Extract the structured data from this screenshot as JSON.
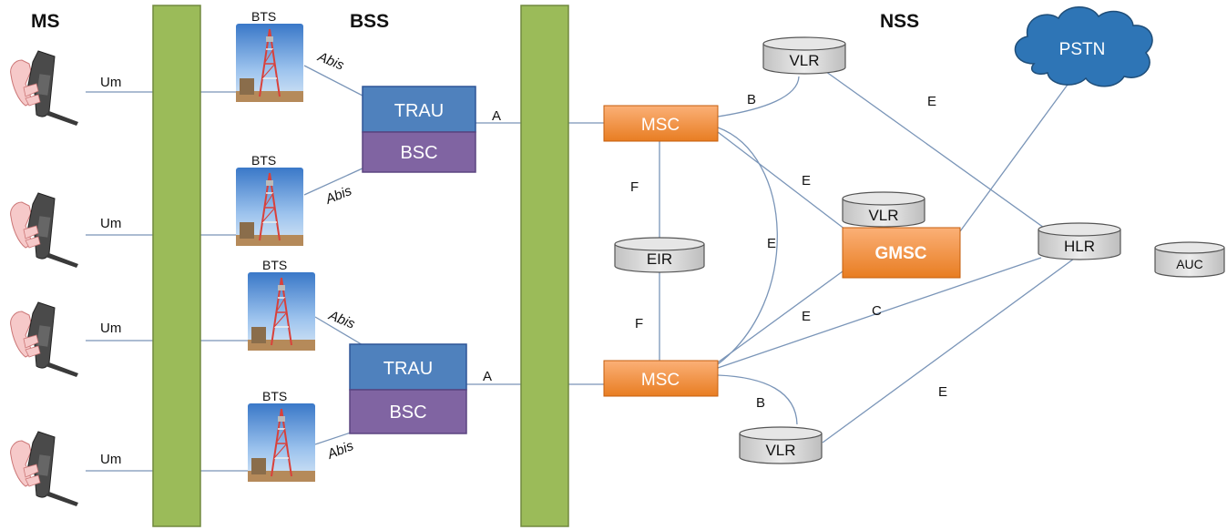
{
  "sections": {
    "ms": "MS",
    "bss": "BSS",
    "nss": "NSS"
  },
  "interfaces": {
    "um": "Um",
    "abis": "Abis",
    "a": "A",
    "b": "B",
    "c": "C",
    "e": "E",
    "f": "F"
  },
  "nodes": {
    "bts": "BTS",
    "trau": "TRAU",
    "bsc": "BSC",
    "msc": "MSC",
    "gmsc": "GMSC",
    "vlr": "VLR",
    "hlr": "HLR",
    "auc": "AUC",
    "eir": "EIR",
    "pstn": "PSTN"
  },
  "colors": {
    "bar_green": "#9bbb59",
    "trau_blue": "#4f81bd",
    "bsc_purple": "#8064a2",
    "msc_orange": "#f79646",
    "cylinder_gray": "#d9d9d9",
    "cloud_blue": "#2e75b6",
    "link_blue": "#7a95b8"
  }
}
